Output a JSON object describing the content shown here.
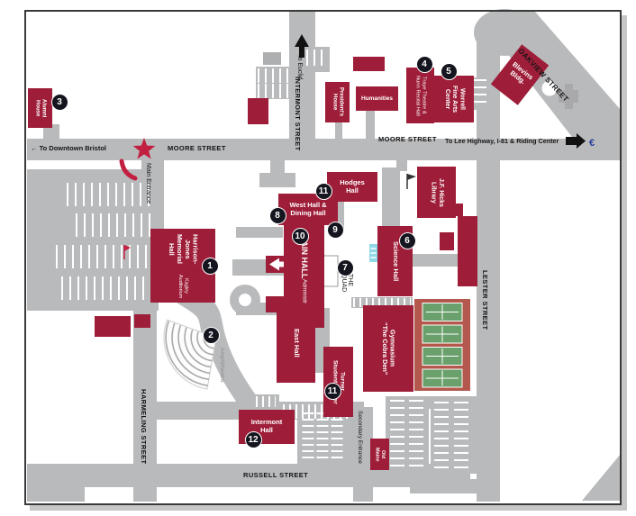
{
  "streets": {
    "moore1": "MOORE STREET",
    "moore2": "MOORE STREET",
    "russell": "RUSSELL STREET",
    "lester": "LESTER STREET",
    "harmeling": "HARMELING STREET",
    "intermont": "INTERMONT STREET",
    "oakview": "OAKVIEW STREET"
  },
  "directions": {
    "downtown": "← To Downtown Bristol",
    "euclid": "To Euclid",
    "lee_highway": "To Lee Highway, I-81 & Riding Center",
    "main_entrance": "Main Entrance",
    "secondary_entrance": "Secondary Entrance"
  },
  "buildings": {
    "alumni": "Alumni\nHouse",
    "presidents": "President's\nHouse",
    "humanities": "Humanities",
    "traye": "Traye Theatre &\nNunn Recital Hall",
    "worrell": "Worrell\nFine Arts\nCenter",
    "blevins": "Blevins\nBldg.",
    "hicks": "J.F. Hicks\nLibrary",
    "hodges": "Hodges\nHall",
    "west": "West Hall &\nDining Hall",
    "main_hall": "MAIN HALL",
    "administration": "Administration",
    "science": "Science Hall",
    "harrison": "Harrison-Jones\nMemorial Hall",
    "kagley": "Kagley Auditorium",
    "east": "East Hall",
    "turner": "Turner\nStudent Center",
    "gym": "Gymnasium\n“The Cobra Den”",
    "intermont_hall": "Intermont\nHall",
    "old_maine": "Old\nMaine"
  },
  "places": {
    "quad": "THE\nQUAD",
    "amphitheatre": "Amphitheatre"
  },
  "markers": {
    "m1": "1",
    "m2": "2",
    "m3": "3",
    "m4": "4",
    "m5": "5",
    "m6": "6",
    "m7": "7",
    "m8": "8",
    "m9": "9",
    "m10": "10",
    "m11": "11",
    "m11b": "11",
    "m12": "12"
  },
  "colors": {
    "building": "#9e1d38",
    "road": "#b9babc",
    "accent_red": "#c22040",
    "marker_bg": "#15151f",
    "court_bg": "#b4584e",
    "court_green": "#69a06b",
    "steps_cyan": "#8fd8e8",
    "icon_blue": "#2b3f9e"
  }
}
